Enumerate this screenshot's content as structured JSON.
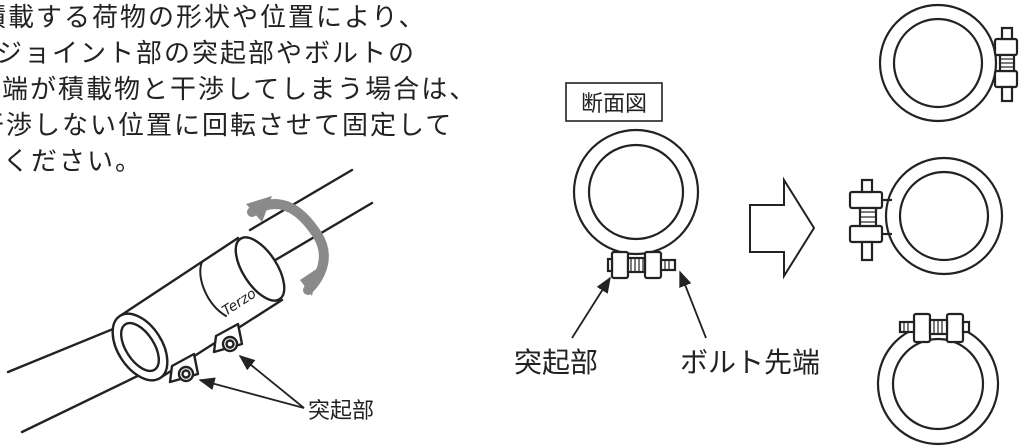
{
  "instructions": {
    "lines": [
      "積載する荷物の形状や位置により、",
      "ジョイント部の突起部やボルトの",
      "先端が積載物と干渉してしまう場合は、",
      "干渉しない位置に回転させて固定して",
      "ください。"
    ]
  },
  "clamp_illustration": {
    "brand_text": "Terzo",
    "callout_label": "突起部"
  },
  "cross_section": {
    "badge": "断面図",
    "label_protrusion": "突起部",
    "label_bolt_tip": "ボルト先端"
  },
  "colors": {
    "line": "#222222",
    "arrow_gray": "#8a8a8a",
    "background": "#ffffff"
  }
}
